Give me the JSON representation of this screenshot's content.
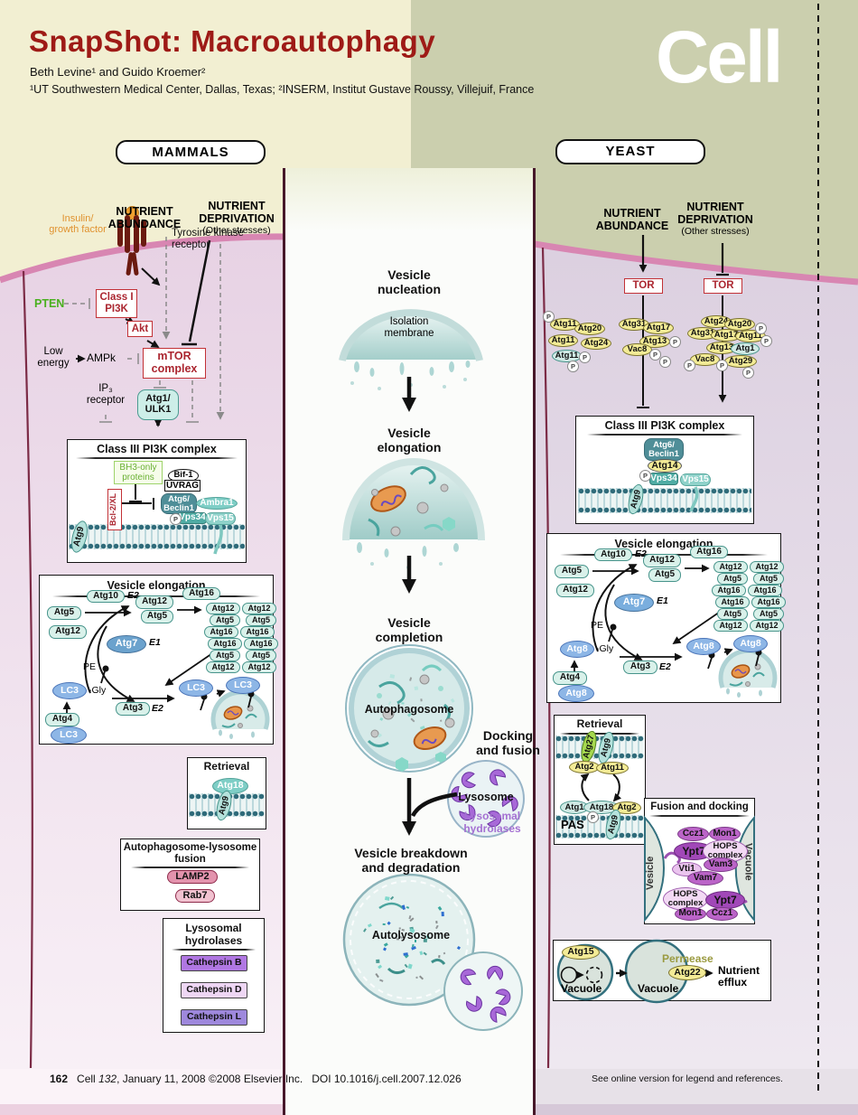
{
  "header": {
    "title": "SnapShot: Macroautophagy",
    "authors": "Beth Levine¹ and Guido Kroemer²",
    "affiliation": "¹UT Southwestern Medical Center, Dallas, Texas; ²INSERM, Institut Gustave Roussy, Villejuif, France",
    "logo": "Cell"
  },
  "labels": {
    "p": "P"
  },
  "mammals": {
    "panel": "MAMMALS",
    "insulin": "Insulin/\ngrowth factor",
    "receptor": "Tyrosine kinase\nreceptor",
    "abundance": "NUTRIENT\nABUNDANCE",
    "deprivation": "NUTRIENT\nDEPRIVATION",
    "stresses": "(Other stresses)",
    "pten": "PTEN",
    "class1": "Class I\nPI3K",
    "akt": "Akt",
    "low_energy": "Low\nenergy",
    "ampk": "AMPk",
    "mtor": "mTOR\ncomplex",
    "ip3": "IP₃\nreceptor",
    "ulk": "Atg1/\nULK1",
    "class3": {
      "title": "Class III PI3K complex",
      "bh3": "BH3-only\nproteins",
      "bif1": "Bif-1",
      "uvrag": "UVRAG",
      "bcl2": "Bcl-2/XL",
      "atg6": "Atg6/\nBeclin1",
      "ambra1": "Ambra1",
      "vps34": "Vps34",
      "vps15": "Vps15",
      "atg9": "Atg9"
    },
    "elong": {
      "title": "Vesicle elongation",
      "atg5": "Atg5",
      "atg10": "Atg10",
      "e2": "E2",
      "atg12": "Atg12",
      "conj": [
        "Atg12",
        "Atg5"
      ],
      "atg16": "Atg16",
      "cluster": [
        "Atg12",
        "Atg5",
        "Atg16",
        "Atg16",
        "Atg5",
        "Atg12",
        "Atg12",
        "Atg5",
        "Atg16",
        "Atg16",
        "Atg5",
        "Atg12"
      ],
      "atg7": "Atg7",
      "e1": "E1",
      "pe": "PE",
      "lc3": "LC3",
      "gly": "-Gly",
      "atg3": "Atg3",
      "atg4": "Atg4"
    },
    "retrieval": {
      "title": "Retrieval",
      "atg18": "Atg18",
      "atg9": "Atg9"
    },
    "fusion": {
      "title": "Autophagosome-lysosome\nfusion",
      "lamp2": "LAMP2",
      "rab7": "Rab7"
    },
    "hydro": {
      "title": "Lysosomal\nhydrolases",
      "items": [
        "Cathepsin B",
        "Cathepsin D",
        "Cathepsin L"
      ]
    }
  },
  "center": {
    "nucleation": "Vesicle\nnucleation",
    "isolation": "Isolation\nmembrane",
    "elongation": "Vesicle\nelongation",
    "completion": "Vesicle\ncompletion",
    "autophagosome": "Autophagosome",
    "docking": "Docking\nand fusion",
    "lysosome": "Lysosome",
    "lys_hydro": "Lysosomal\nhydrolases",
    "breakdown": "Vesicle breakdown\nand degradation",
    "autolysosome": "Autolysosome"
  },
  "yeast": {
    "panel": "YEAST",
    "abundance": "NUTRIENT\nABUNDANCE",
    "deprivation": "NUTRIENT\nDEPRIVATION",
    "stresses": "(Other stresses)",
    "tor": "TOR",
    "cluster1": [
      "Atg11",
      "Atg20",
      "Atg11",
      "Atg24",
      "Atg11"
    ],
    "cluster2": [
      "Atg31",
      "Atg17",
      "Atg13",
      "Vac8"
    ],
    "cluster3": [
      "Atg24",
      "Atg20",
      "Atg31",
      "Atg17",
      "Atg11",
      "Atg13",
      "Atg1",
      "Vac8",
      "Atg29"
    ],
    "class3": {
      "title": "Class III PI3K complex",
      "atg6": "Atg6/\nBeclin1",
      "atg14": "Atg14",
      "vps34": "Vps34",
      "vps15": "Vps15",
      "atg9": "Atg9"
    },
    "elong": {
      "title": "Vesicle elongation",
      "atg5": "Atg5",
      "atg10": "Atg10",
      "e2": "E2",
      "atg12": "Atg12",
      "conj": [
        "Atg12",
        "Atg5"
      ],
      "atg16": "Atg16",
      "cluster": [
        "Atg12",
        "Atg5",
        "Atg16",
        "Atg16",
        "Atg5",
        "Atg12",
        "Atg12",
        "Atg5",
        "Atg16",
        "Atg16",
        "Atg5",
        "Atg12"
      ],
      "atg7": "Atg7",
      "e1": "E1",
      "pe": "PE",
      "atg8": "Atg8",
      "gly": "-Gly",
      "atg3": "Atg3",
      "atg4": "Atg4"
    },
    "retrieval": {
      "title": "Retrieval",
      "atg27": "Atg27",
      "atg9": "Atg9",
      "atg2": "Atg2",
      "atg11": "Atg11",
      "atg1": "Atg1",
      "atg18": "Atg18",
      "pas": "PAS"
    },
    "dock": {
      "title": "Fusion and docking",
      "vesicle": "Vesicle",
      "vacuole": "Vacuole",
      "ccz1": "Ccz1",
      "mon1": "Mon1",
      "ypt7": "Ypt7",
      "hops": "HOPS\ncomplex",
      "vti1": "Vti1",
      "vam3": "Vam3",
      "vam7": "Vam7"
    },
    "vac": {
      "atg15": "Atg15",
      "vacuole": "Vacuole",
      "permease": "Permease",
      "atg22": "Atg22",
      "efflux": "Nutrient\nefflux"
    }
  },
  "footer": {
    "page": "162",
    "journal": "Cell",
    "volume": "132",
    "rest": ", January 11, 2008 ©2008 Elsevier Inc.",
    "doi": "DOI 10.1016/j.cell.2007.12.026",
    "right": "See online version for legend and references."
  }
}
